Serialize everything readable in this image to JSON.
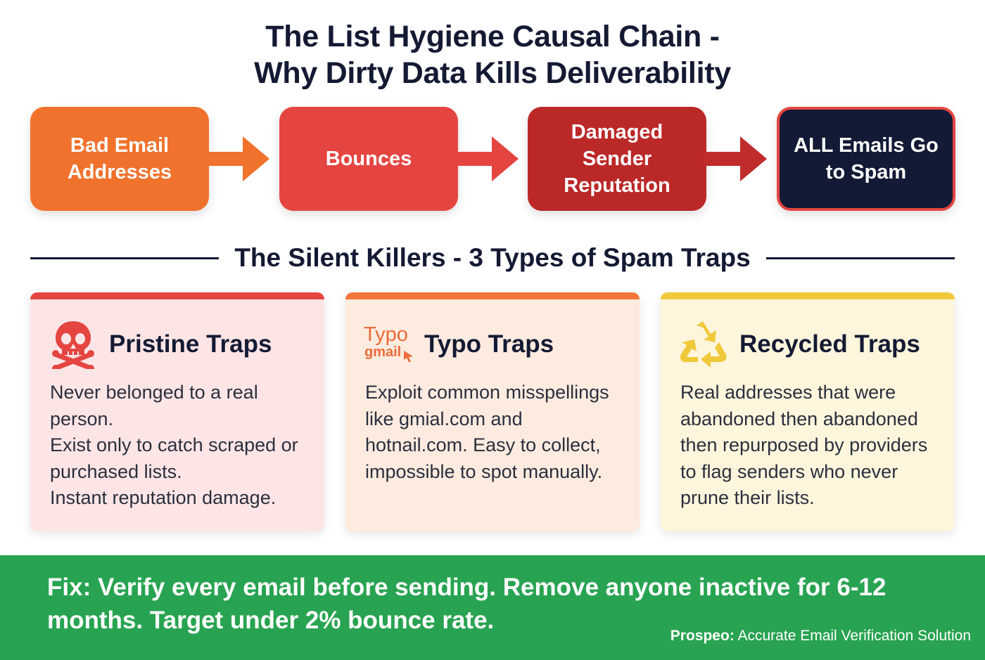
{
  "title": {
    "line1": "The List Hygiene Causal Chain -",
    "line2": "Why Dirty Data Kills Deliverability"
  },
  "flow": {
    "steps": [
      {
        "label": "Bad Email Addresses",
        "color": "#f0722d"
      },
      {
        "label": "Bounces",
        "color": "#e54541"
      },
      {
        "label": "Damaged Sender Reputation",
        "color": "#bb2828"
      },
      {
        "label": "ALL Emails Go to Spam",
        "color": "#121a35"
      }
    ]
  },
  "section": {
    "heading": "The Silent Killers - 3 Types of Spam Traps"
  },
  "cards": [
    {
      "title": "Pristine Traps",
      "icon": "skull-crossbones-icon",
      "accent": "#e54541",
      "body": [
        "Never belonged to a real person.",
        "Exist only to catch scraped or purchased lists.",
        "Instant reputation damage."
      ]
    },
    {
      "title": "Typo Traps",
      "icon": "typo-gmail-icon",
      "icon_text": {
        "line1": "Typo",
        "line2": "gmail"
      },
      "accent": "#f2753a",
      "body": [
        "Exploit common misspellings like gmial.com and hotnail.com. Easy to collect, impossible to spot manually."
      ]
    },
    {
      "title": "Recycled Traps",
      "icon": "recycle-icon",
      "accent": "#efc93a",
      "body": [
        "Real addresses that were abandoned then abandoned then repurposed by providers to flag senders who never prune their lists."
      ]
    }
  ],
  "fix": {
    "text": "Fix: Verify every email before sending. Remove anyone inactive for 6-12 months. Target under 2% bounce rate.",
    "credit_brand": "Prospeo:",
    "credit_text": "Accurate Email Verification Solution"
  }
}
